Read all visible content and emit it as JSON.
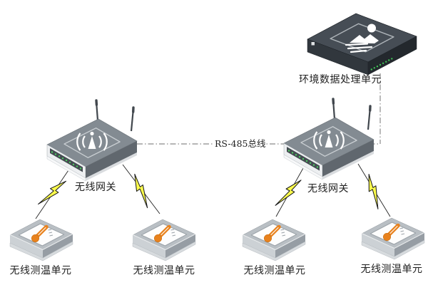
{
  "diagram": {
    "background_color": "#ffffff",
    "server": {
      "label": "环境数据处理单元",
      "icon": "image-icon",
      "led_count": 8
    },
    "bus": {
      "label": "RS-485总线",
      "line_style": "dash-dot",
      "line_color": "#8b8b8b"
    },
    "gateways": [
      {
        "label": "无线网关",
        "icon": "wifi-antenna-icon",
        "antennas": 2
      },
      {
        "label": "无线网关",
        "icon": "wifi-antenna-icon",
        "antennas": 2
      }
    ],
    "units": [
      {
        "label": "无线测温单元",
        "icon": "thermometer-icon"
      },
      {
        "label": "无线测温单元",
        "icon": "thermometer-icon"
      },
      {
        "label": "无线测温单元",
        "icon": "thermometer-icon"
      },
      {
        "label": "无线测温单元",
        "icon": "thermometer-icon"
      }
    ],
    "connections": [
      {
        "from": "gateway-1",
        "to": "gateway-2",
        "via": "rs485-bus"
      },
      {
        "from": "server",
        "to": "rs485-bus",
        "via": "rs485-bus"
      },
      {
        "from": "gateway-1",
        "to": "unit-1",
        "type": "wireless-lightning"
      },
      {
        "from": "gateway-1",
        "to": "unit-2",
        "type": "wireless-lightning"
      },
      {
        "from": "gateway-2",
        "to": "unit-3",
        "type": "wireless-lightning"
      },
      {
        "from": "gateway-2",
        "to": "unit-4",
        "type": "wireless-lightning"
      }
    ],
    "colors": {
      "lightning": "#ffff4d",
      "thermometer": "#e8821e",
      "led_green": "#3fc455",
      "gateway_gray": "#838b92",
      "server_dark": "#464d55",
      "label_text": "#1f1f1f"
    }
  }
}
